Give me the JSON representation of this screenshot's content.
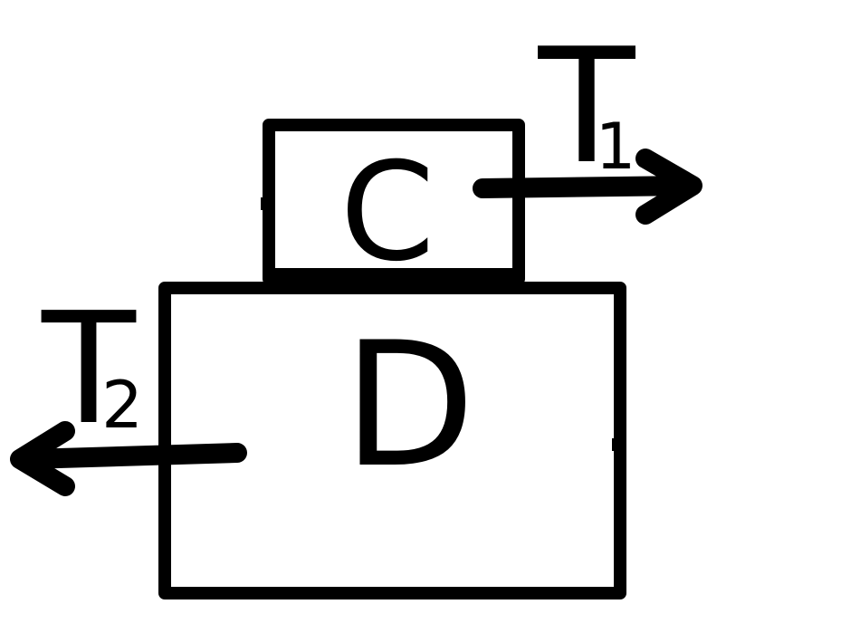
{
  "diagram": {
    "blocks": {
      "upper": {
        "label": "C"
      },
      "lower": {
        "label": "D"
      }
    },
    "forces": {
      "t1": {
        "symbol": "T",
        "subscript": "1",
        "direction": "right"
      },
      "t2": {
        "symbol": "T",
        "subscript": "2",
        "direction": "left"
      }
    },
    "colors": {
      "ink": "#000000",
      "background": "#ffffff"
    }
  }
}
